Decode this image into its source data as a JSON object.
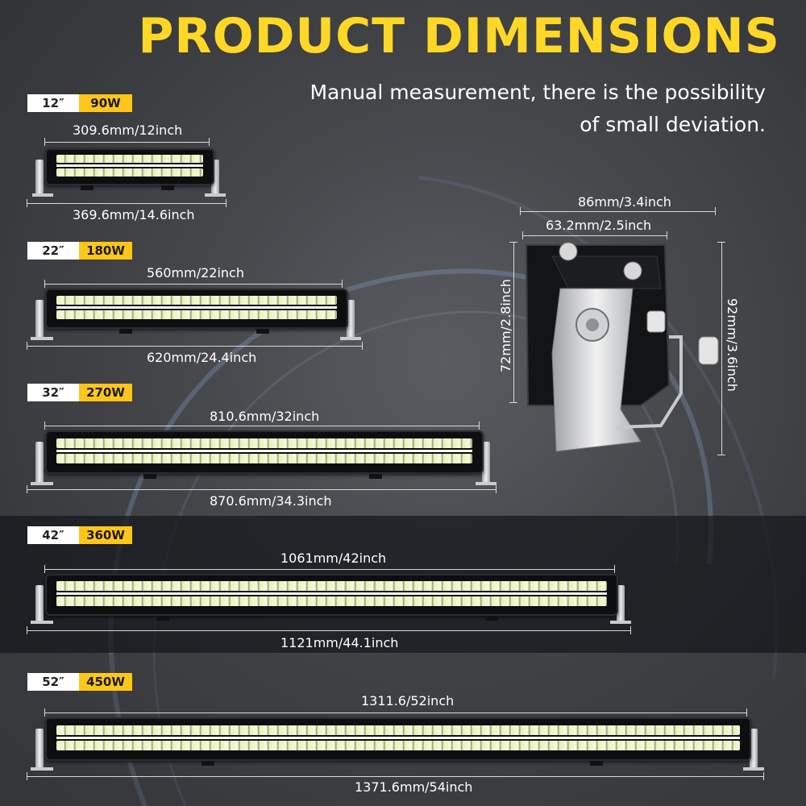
{
  "header": {
    "title": "PRODUCT DIMENSIONS",
    "subtitle_line1": "Manual measurement, there is the possibility",
    "subtitle_line2": "of small deviation."
  },
  "products": [
    {
      "size": "12″",
      "watt": "90W",
      "inner": "309.6mm/12inch",
      "outer": "369.6mm/14.6inch"
    },
    {
      "size": "22″",
      "watt": "180W",
      "inner": "560mm/22inch",
      "outer": "620mm/24.4inch"
    },
    {
      "size": "32″",
      "watt": "270W",
      "inner": "810.6mm/32inch",
      "outer": "870.6mm/34.3inch"
    },
    {
      "size": "42″",
      "watt": "360W",
      "inner": "1061mm/42inch",
      "outer": "1121mm/44.1inch"
    },
    {
      "size": "52″",
      "watt": "450W",
      "inner": "1311.6/52inch",
      "outer": "1371.6mm/54inch"
    }
  ],
  "side_view": {
    "outer_width": "86mm/3.4inch",
    "inner_width": "63.2mm/2.5inch",
    "inner_height": "72mm/2.8inch",
    "outer_height": "92mm/3.6inch"
  },
  "colors": {
    "title": "#ffd827",
    "watt_badge": "#ffc61a",
    "size_badge": "#ffffff"
  }
}
